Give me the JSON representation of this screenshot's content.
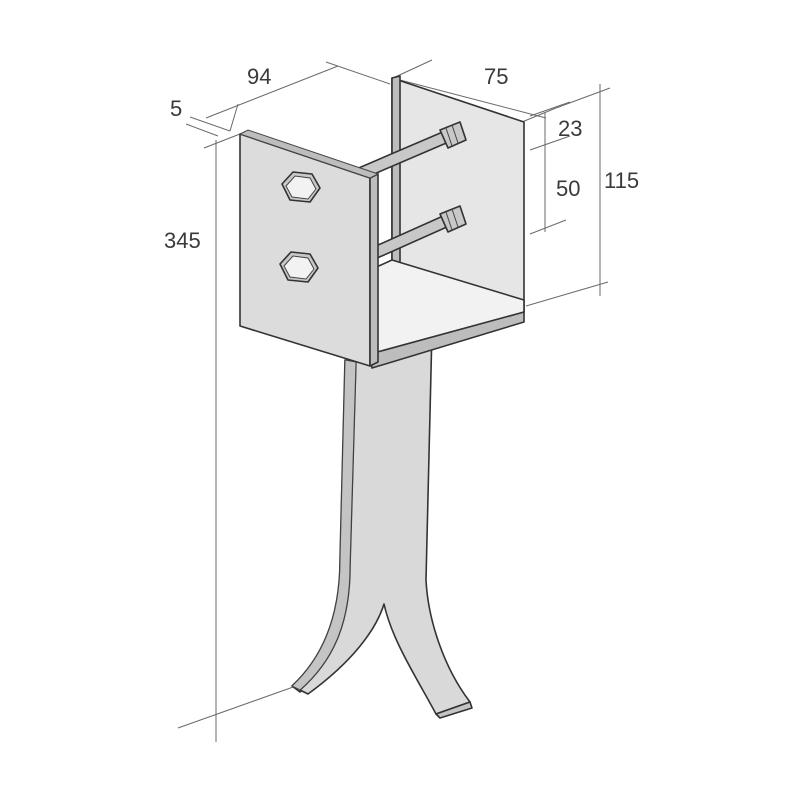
{
  "diagram": {
    "dimensions": {
      "base_thickness": "5",
      "width": "94",
      "depth": "75",
      "top_offset": "23",
      "bolt_spacing": "50",
      "bracket_height": "115",
      "total_height": "345"
    },
    "colors": {
      "plate_front": "#dcdcdc",
      "plate_side": "#e6e6e6",
      "plate_edge": "#bdbdbd",
      "plate_inner": "#f2f2f2",
      "stem": "#d9d9d9",
      "stem_edge": "#c4c4c4",
      "bolt_head": "#c8c8c8",
      "outline": "#333333"
    },
    "components": [
      "bracket-left-plate",
      "bracket-right-plate",
      "bracket-base-plate",
      "threaded-bolt-top",
      "threaded-bolt-bottom",
      "hex-nut-top",
      "hex-nut-bottom",
      "ground-spike-stem"
    ]
  }
}
